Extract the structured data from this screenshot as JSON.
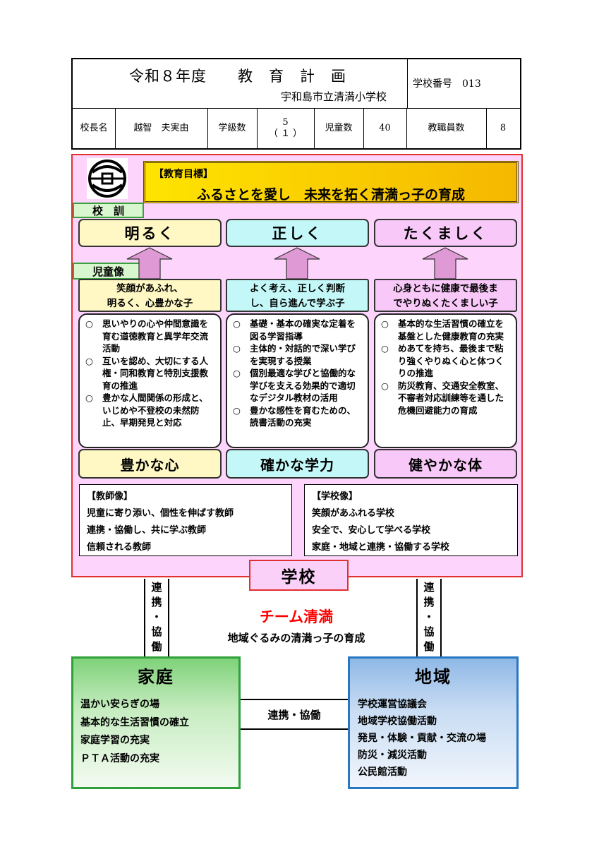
{
  "header": {
    "title": "令和８年度　　教　育　計　画",
    "school_name": "宇和島市立清満小学校",
    "school_no_label": "学校番号　013",
    "principal_label": "校長名",
    "principal_name": "越智　夫実由",
    "classes_label": "学級数",
    "classes_value": "5",
    "classes_sub": "（ １ ）",
    "students_label": "児童数",
    "students_value": "40",
    "staff_label": "教職員数",
    "staff_value": "8"
  },
  "goal": {
    "tag": "【教育目標】",
    "text": "ふるさとを愛し　未来を拓く清満っ子の育成"
  },
  "labels": {
    "motto": "校　訓",
    "ideal": "児童像"
  },
  "columns": [
    {
      "motto": "明るく",
      "ideal_line1": "笑顔があふれ、",
      "ideal_line2": "明るく、心豊かな子",
      "items": [
        "思いやりの心や仲間意識を育む道徳教育と異学年交流活動",
        "互いを認め、大切にする人権・同和教育と特別支援教育の推進",
        "豊かな人間関係の形成と、いじめや不登校の未然防止、早期発見と対応"
      ],
      "pillar": "豊かな心"
    },
    {
      "motto": "正しく",
      "ideal_line1": "よく考え、正しく判断",
      "ideal_line2": "し、自ら進んで学ぶ子",
      "items": [
        "基礎・基本の確実な定着を図る学習指導",
        "主体的・対話的で深い学びを実現する授業",
        "個別最適な学びと協働的な学びを支える効果的で適切なデジタル教材の活用",
        "豊かな感性を育むための、読書活動の充実"
      ],
      "pillar": "確かな学力"
    },
    {
      "motto": "たくましく",
      "ideal_line1": "心身ともに健康で最後ま",
      "ideal_line2": "でやりぬくたくましい子",
      "items": [
        "基本的な生活習慣の確立を基盤とした健康教育の充実",
        "めあてを持ち、最後まで粘り強くやりぬく心と体つくりの推進",
        "防災教育、交通安全教室、不審者対応訓練等を通した危機回避能力の育成"
      ],
      "pillar": "健やかな体"
    }
  ],
  "teacher": {
    "title": "【教師像】",
    "items": [
      "児童に寄り添い、個性を伸ばす教師",
      "連携・協働し、共に学ぶ教師",
      "信頼される教師"
    ]
  },
  "school_image": {
    "title": "【学校像】",
    "items": [
      "笑顔があふれる学校",
      "安全で、安心して学べる学校",
      "家庭・地域と連携・協働する学校"
    ]
  },
  "school_label": "学校",
  "link_left": [
    "連",
    "携",
    "・",
    "協",
    "働"
  ],
  "link_right": [
    "連",
    "携",
    "・",
    "協",
    "働"
  ],
  "team": {
    "title": "チーム清満",
    "subtitle": "地域ぐるみの清満っ子の育成"
  },
  "home": {
    "title": "家庭",
    "items": [
      "温かい安らぎの場",
      "基本的な生活習慣の確立",
      "家庭学習の充実",
      "ＰＴＡ活動の充実"
    ]
  },
  "area": {
    "title": "地域",
    "items": [
      "学校運営協議会",
      "地域学校協働活動",
      "発見・体験・貢献・交流の場",
      "防災・減災活動",
      "公民館活動"
    ]
  },
  "horizontal_link": "連携・協働",
  "colors": {
    "frame_border": "#e03030",
    "frame_fill": "#fdd4fb",
    "goal_fill": "#ffe400",
    "home_border": "#2fa03a",
    "area_border": "#2877c3",
    "team_text": "#ff0000"
  }
}
